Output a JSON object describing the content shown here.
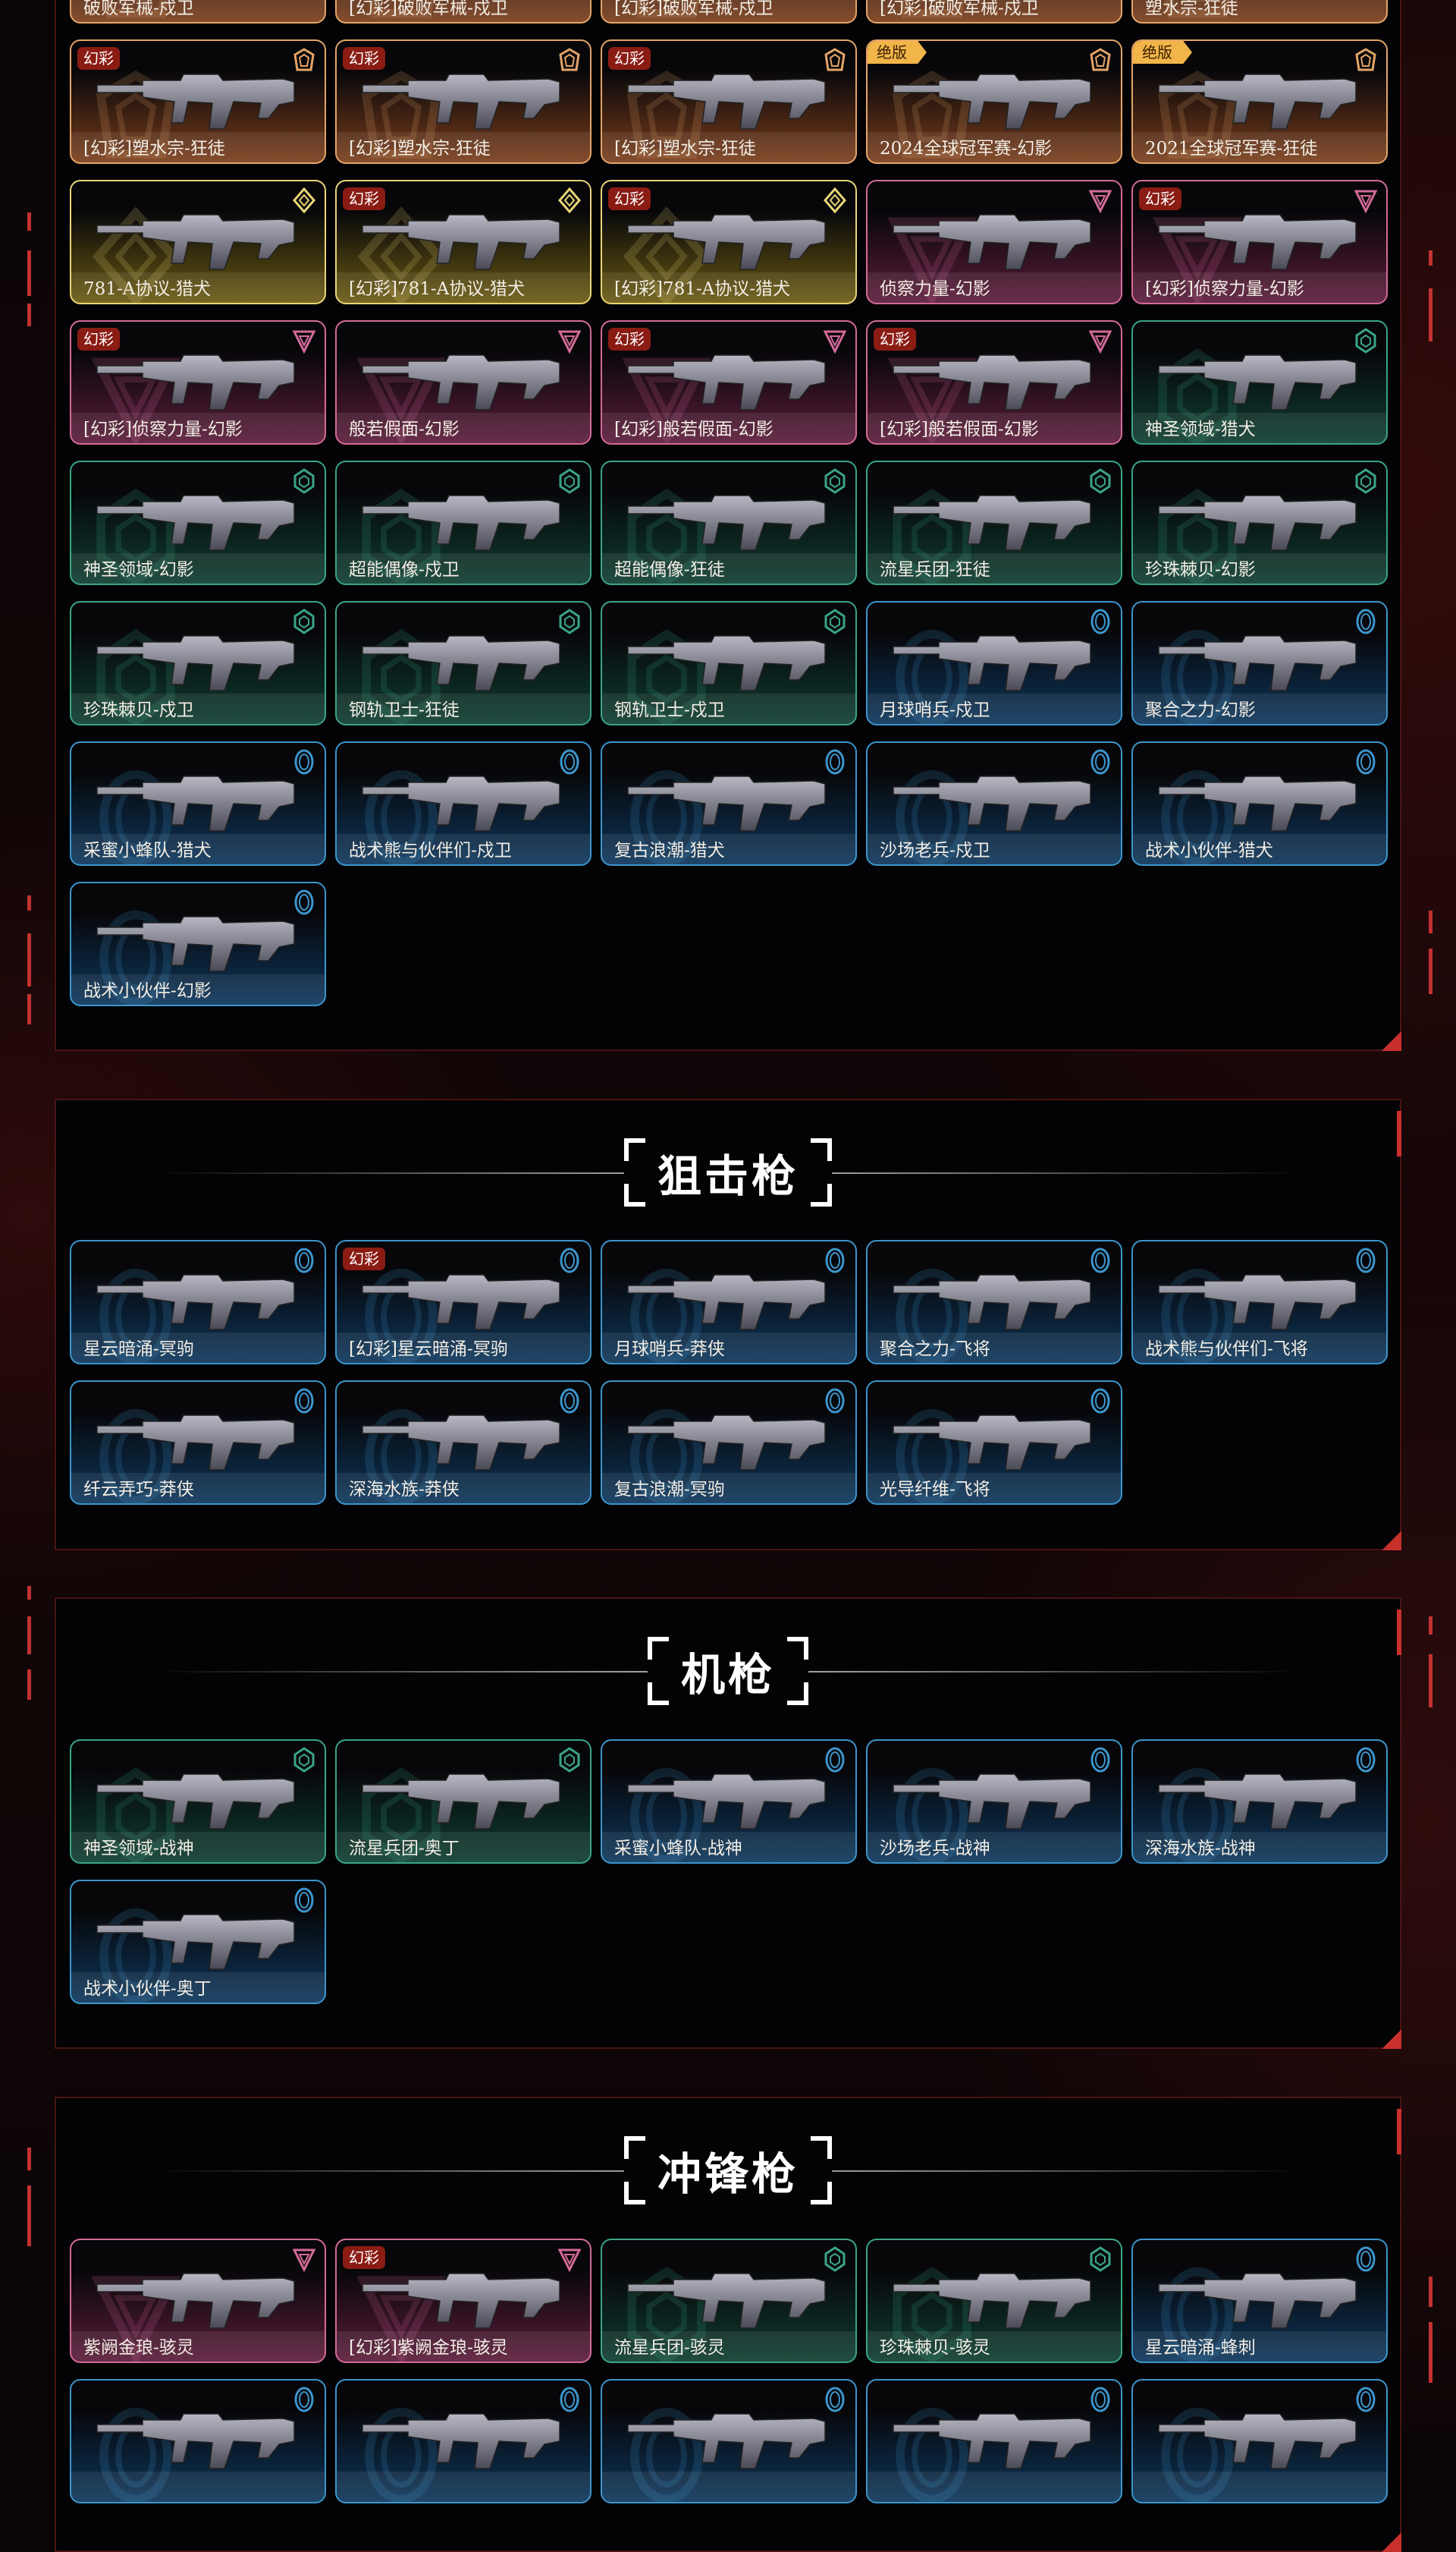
{
  "colors": {
    "orange": {
      "border": "#e3a468",
      "fill": "#7b3e1c"
    },
    "gold": {
      "border": "#e9d577",
      "fill": "#6b5a12"
    },
    "pink": {
      "border": "#d46a98",
      "fill": "#5c1c3a"
    },
    "green": {
      "border": "#3aa585",
      "fill": "#0e3d30"
    },
    "blue": {
      "border": "#3c95cc",
      "fill": "#0d365b"
    },
    "accent": "#c8302c",
    "badge_huancai": "#8a1c14",
    "badge_jueban": "#f2b54a"
  },
  "tier_icons": {
    "orange": "pentagon-icon",
    "gold": "diamond-icon",
    "pink": "triangle-icon",
    "green": "hexagon-icon",
    "blue": "circle-icon"
  },
  "sections": [
    {
      "cards": [
        {
          "name": "破败军械-戍卫",
          "tier": "orange"
        },
        {
          "name": "[幻彩]破败军械-戍卫",
          "tier": "orange"
        },
        {
          "name": "[幻彩]破败军械-戍卫",
          "tier": "orange"
        },
        {
          "name": "[幻彩]破败军械-戍卫",
          "tier": "orange"
        },
        {
          "name": "塑水宗-狂徒",
          "tier": "orange"
        },
        {
          "name": "[幻彩]塑水宗-狂徒",
          "tier": "orange",
          "badge": "幻彩"
        },
        {
          "name": "[幻彩]塑水宗-狂徒",
          "tier": "orange",
          "badge": "幻彩"
        },
        {
          "name": "[幻彩]塑水宗-狂徒",
          "tier": "orange",
          "badge": "幻彩"
        },
        {
          "name": "2024全球冠军赛-幻影",
          "tier": "orange",
          "badge": "绝版"
        },
        {
          "name": "2021全球冠军赛-狂徒",
          "tier": "orange",
          "badge": "绝版"
        },
        {
          "name": "781-A协议-猎犬",
          "tier": "gold"
        },
        {
          "name": "[幻彩]781-A协议-猎犬",
          "tier": "gold",
          "badge": "幻彩"
        },
        {
          "name": "[幻彩]781-A协议-猎犬",
          "tier": "gold",
          "badge": "幻彩"
        },
        {
          "name": "侦察力量-幻影",
          "tier": "pink"
        },
        {
          "name": "[幻彩]侦察力量-幻影",
          "tier": "pink",
          "badge": "幻彩"
        },
        {
          "name": "[幻彩]侦察力量-幻影",
          "tier": "pink",
          "badge": "幻彩"
        },
        {
          "name": "般若假面-幻影",
          "tier": "pink"
        },
        {
          "name": "[幻彩]般若假面-幻影",
          "tier": "pink",
          "badge": "幻彩"
        },
        {
          "name": "[幻彩]般若假面-幻影",
          "tier": "pink",
          "badge": "幻彩"
        },
        {
          "name": "神圣领域-猎犬",
          "tier": "green"
        },
        {
          "name": "神圣领域-幻影",
          "tier": "green"
        },
        {
          "name": "超能偶像-戍卫",
          "tier": "green"
        },
        {
          "name": "超能偶像-狂徒",
          "tier": "green"
        },
        {
          "name": "流星兵团-狂徒",
          "tier": "green"
        },
        {
          "name": "珍珠棘贝-幻影",
          "tier": "green"
        },
        {
          "name": "珍珠棘贝-戍卫",
          "tier": "green"
        },
        {
          "name": "钢轨卫士-狂徒",
          "tier": "green"
        },
        {
          "name": "钢轨卫士-戍卫",
          "tier": "green"
        },
        {
          "name": "月球哨兵-戍卫",
          "tier": "blue"
        },
        {
          "name": "聚合之力-幻影",
          "tier": "blue"
        },
        {
          "name": "采蜜小蜂队-猎犬",
          "tier": "blue"
        },
        {
          "name": "战术熊与伙伴们-戍卫",
          "tier": "blue"
        },
        {
          "name": "复古浪潮-猎犬",
          "tier": "blue"
        },
        {
          "name": "沙场老兵-戍卫",
          "tier": "blue"
        },
        {
          "name": "战术小伙伴-猎犬",
          "tier": "blue"
        },
        {
          "name": "战术小伙伴-幻影",
          "tier": "blue"
        }
      ]
    },
    {
      "title": "狙击枪",
      "cards": [
        {
          "name": "星云暗涌-冥驹",
          "tier": "blue"
        },
        {
          "name": "[幻彩]星云暗涌-冥驹",
          "tier": "blue",
          "badge": "幻彩"
        },
        {
          "name": "月球哨兵-莽侠",
          "tier": "blue"
        },
        {
          "name": "聚合之力-飞将",
          "tier": "blue"
        },
        {
          "name": "战术熊与伙伴们-飞将",
          "tier": "blue"
        },
        {
          "name": "纤云弄巧-莽侠",
          "tier": "blue"
        },
        {
          "name": "深海水族-莽侠",
          "tier": "blue"
        },
        {
          "name": "复古浪潮-冥驹",
          "tier": "blue"
        },
        {
          "name": "光导纤维-飞将",
          "tier": "blue"
        }
      ]
    },
    {
      "title": "机枪",
      "cards": [
        {
          "name": "神圣领域-战神",
          "tier": "green"
        },
        {
          "name": "流星兵团-奥丁",
          "tier": "green"
        },
        {
          "name": "采蜜小蜂队-战神",
          "tier": "blue"
        },
        {
          "name": "沙场老兵-战神",
          "tier": "blue"
        },
        {
          "name": "深海水族-战神",
          "tier": "blue"
        },
        {
          "name": "战术小伙伴-奥丁",
          "tier": "blue"
        }
      ]
    },
    {
      "title": "冲锋枪",
      "cards": [
        {
          "name": "紫阙金琅-骇灵",
          "tier": "pink"
        },
        {
          "name": "[幻彩]紫阙金琅-骇灵",
          "tier": "pink",
          "badge": "幻彩"
        },
        {
          "name": "流星兵团-骇灵",
          "tier": "green"
        },
        {
          "name": "珍珠棘贝-骇灵",
          "tier": "green"
        },
        {
          "name": "星云暗涌-蜂刺",
          "tier": "blue"
        },
        {
          "name": "",
          "tier": "blue"
        },
        {
          "name": "",
          "tier": "blue"
        },
        {
          "name": "",
          "tier": "blue"
        },
        {
          "name": "",
          "tier": "blue"
        },
        {
          "name": "",
          "tier": "blue"
        }
      ]
    }
  ]
}
